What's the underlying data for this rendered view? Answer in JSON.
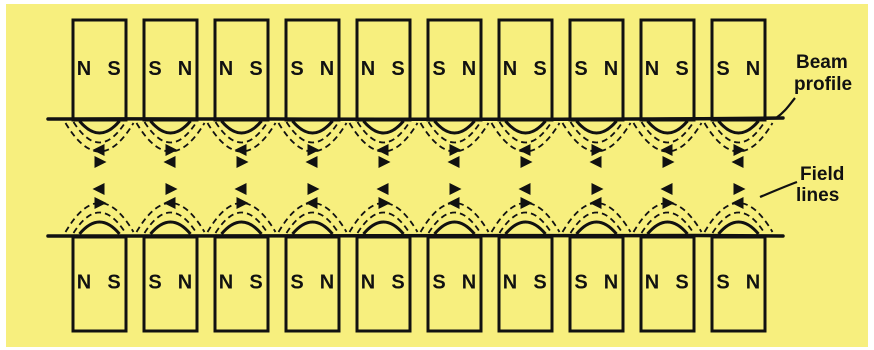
{
  "labels": {
    "beam_line1": "Beam",
    "beam_line2": "profile",
    "field_line1": "Field",
    "field_line2": "lines"
  },
  "top_row": [
    {
      "left": "N",
      "right": "S"
    },
    {
      "left": "S",
      "right": "N"
    },
    {
      "left": "N",
      "right": "S"
    },
    {
      "left": "S",
      "right": "N"
    },
    {
      "left": "N",
      "right": "S"
    },
    {
      "left": "S",
      "right": "N"
    },
    {
      "left": "N",
      "right": "S"
    },
    {
      "left": "S",
      "right": "N"
    },
    {
      "left": "N",
      "right": "S"
    },
    {
      "left": "S",
      "right": "N"
    }
  ],
  "bottom_row": [
    {
      "left": "N",
      "right": "S"
    },
    {
      "left": "S",
      "right": "N"
    },
    {
      "left": "N",
      "right": "S"
    },
    {
      "left": "S",
      "right": "N"
    },
    {
      "left": "N",
      "right": "S"
    },
    {
      "left": "S",
      "right": "N"
    },
    {
      "left": "N",
      "right": "S"
    },
    {
      "left": "S",
      "right": "N"
    },
    {
      "left": "N",
      "right": "S"
    },
    {
      "left": "S",
      "right": "N"
    }
  ],
  "colors": {
    "background": "#f7ef7e",
    "ink": "#111111"
  }
}
